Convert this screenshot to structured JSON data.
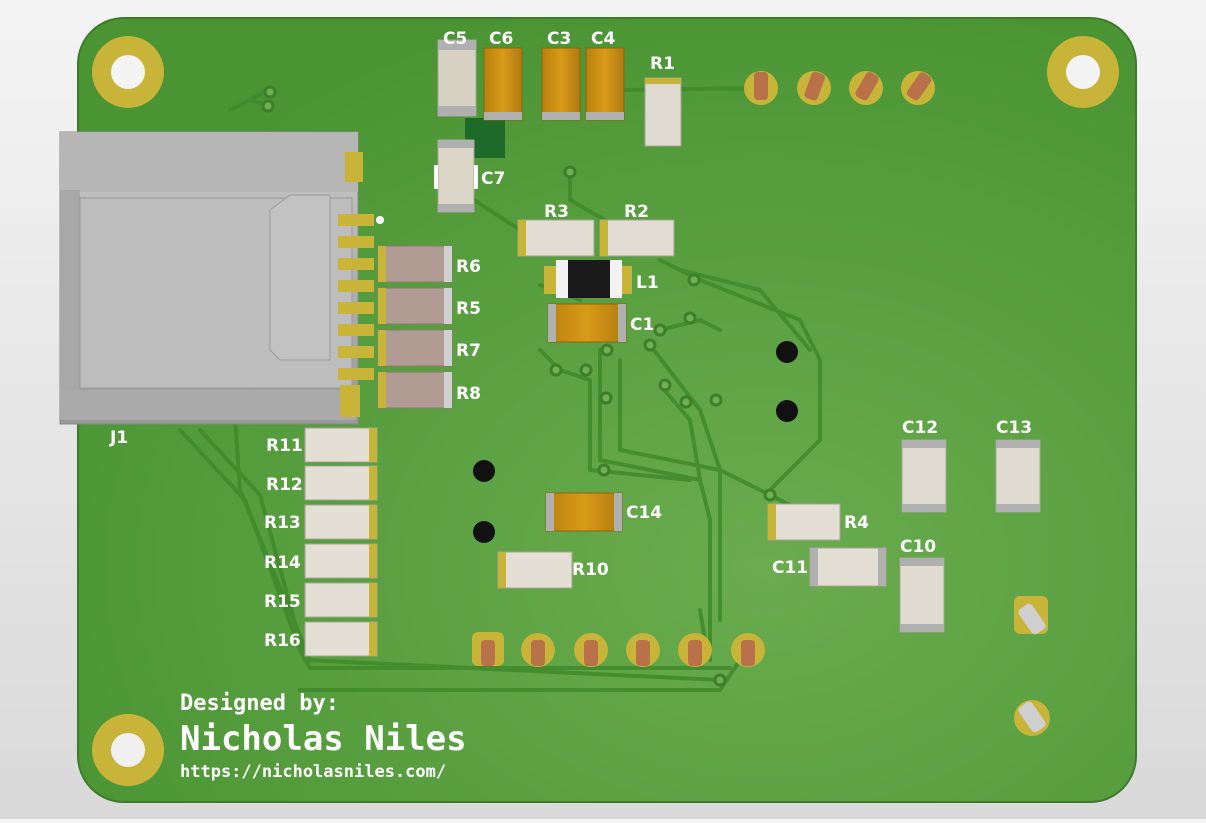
{
  "board": {
    "credit_heading": "Designed by:",
    "designer_name": "Nicholas Niles",
    "designer_url": "https://nicholasniles.com/",
    "board_color": "#4f9a3a",
    "silkscreen_color": "#ffffff",
    "pad_color": "#c9b43a"
  },
  "designators": {
    "j1": "J1",
    "c1": "C1",
    "c3": "C3",
    "c4": "C4",
    "c5": "C5",
    "c6": "C6",
    "c7": "C7",
    "c10": "C10",
    "c11": "C11",
    "c12": "C12",
    "c13": "C13",
    "c14": "C14",
    "l1": "L1",
    "r1": "R1",
    "r2": "R2",
    "r3": "R3",
    "r4": "R4",
    "r5": "R5",
    "r6": "R6",
    "r7": "R7",
    "r8": "R8",
    "r10": "R10",
    "r11": "R11",
    "r12": "R12",
    "r13": "R13",
    "r14": "R14",
    "r15": "R15",
    "r16": "R16"
  }
}
